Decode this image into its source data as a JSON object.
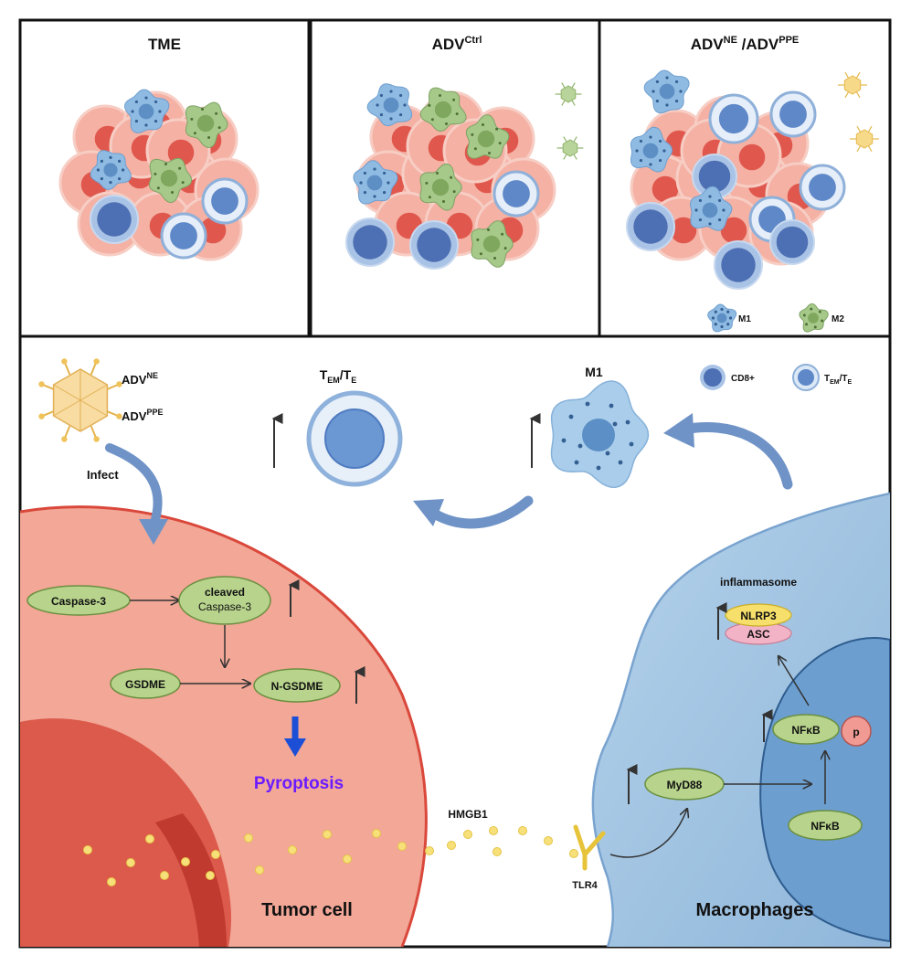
{
  "panels": {
    "tme": {
      "title": "TME"
    },
    "adv_ctrl": {
      "title_main": "ADV",
      "title_sup": "Ctrl"
    },
    "adv_ne_ppe": {
      "part1": "ADV",
      "sup1": "NE",
      "part2": " /ADV",
      "sup2": "PPE"
    }
  },
  "legend": {
    "m1": "M1",
    "m2": "M2",
    "cd8": "CD8+",
    "tem_main": "T",
    "tem_sub1": "EM",
    "tem_slash": "/T",
    "tem_sub2": "E"
  },
  "virus": {
    "adv": "ADV",
    "ne": "NE",
    "ppe": "PPE",
    "infect": "Infect"
  },
  "t_effector": {
    "main": "T",
    "sub1": "EM",
    "slash": "/T",
    "sub2": "E"
  },
  "m1_label": "M1",
  "tumor": {
    "caspase3": "Caspase-3",
    "cleaved_line1": "cleaved",
    "cleaved_line2": "Caspase-3",
    "gsdme": "GSDME",
    "n_gsdme": "N-GSDME",
    "pyroptosis": "Pyroptosis",
    "label": "Tumor cell"
  },
  "hmgb1": "HMGB1",
  "macrophage": {
    "inflammasome": "inflammasome",
    "nlrp3": "NLRP3",
    "asc": "ASC",
    "nfkb_top": "NFκB",
    "p": "p",
    "myd88": "MyD88",
    "nfkb_bottom": "NFκB",
    "tlr4": "TLR4",
    "label": "Macrophages"
  },
  "colors": {
    "tumor_cell": "#f0a393",
    "tumor_nucleus": "#d4574a",
    "macrophage_body": "#a9cbe6",
    "macrophage_nucleus": "#6f9fcb",
    "oval_fill": "#b7d38c",
    "oval_stroke": "#6b8f3f",
    "pyroptosis_text": "#6a1bff",
    "arrow_blue": "#6f93c7",
    "hmgb1_dot": "#f7e07a",
    "m1_cell": "#8fb8df",
    "m2_cell": "#a7c98a",
    "cd8_cell": "#5a7fbd"
  }
}
